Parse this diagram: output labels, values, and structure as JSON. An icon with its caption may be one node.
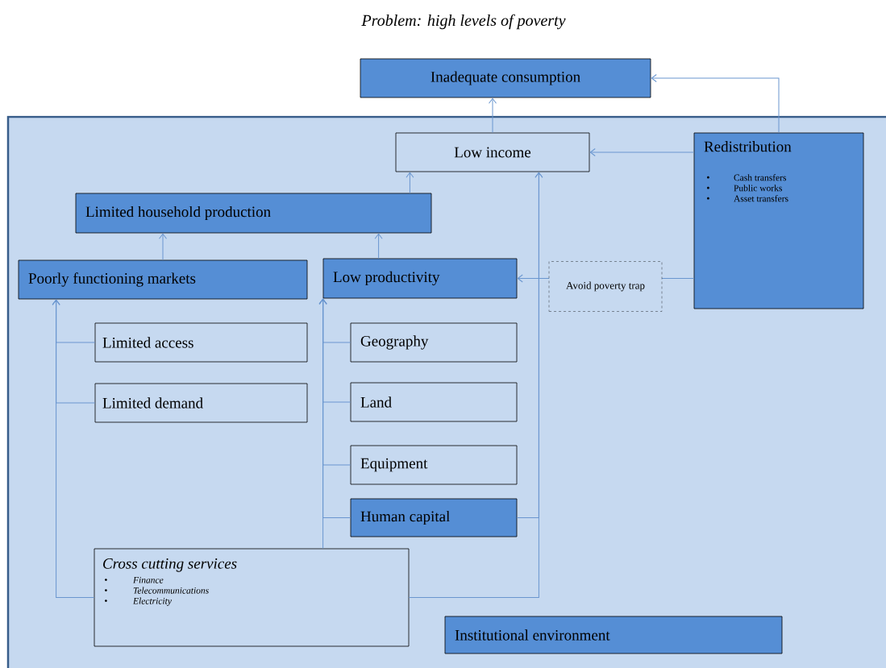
{
  "diagram": {
    "title": "Problem: high levels of poverty",
    "nodes": [
      {
        "text": [
          "Inadequate consumption"
        ]
      },
      {
        "text": [
          "Low income"
        ]
      },
      {
        "text": [
          "Redistribution",
          "Cash transfers",
          "Public works",
          "Asset transfers"
        ]
      },
      {
        "text": [
          "Limited household production"
        ]
      },
      {
        "text": [
          "Poorly functioning markets"
        ]
      },
      {
        "text": [
          "Low productivity"
        ]
      },
      {
        "text": [
          "Limited access"
        ]
      },
      {
        "text": [
          "Limited demand"
        ]
      },
      {
        "text": [
          "Geography"
        ]
      },
      {
        "text": [
          "Land"
        ]
      },
      {
        "text": [
          "Equipment"
        ]
      },
      {
        "text": [
          "Human capital"
        ]
      },
      {
        "text": [
          "Cross cutting services",
          "Finance",
          "Telecommunications",
          "Electricity"
        ]
      },
      {
        "text": [
          "Institutional environment"
        ]
      }
    ],
    "edges": [
      {
        "from": 1,
        "to": 0,
        "arrow": "to"
      },
      {
        "from": 2,
        "to": 0,
        "arrow": "to"
      },
      {
        "from": 2,
        "to": 1,
        "arrow": "to"
      },
      {
        "from": 3,
        "to": 1,
        "arrow": "to"
      },
      {
        "from": 4,
        "to": 3,
        "arrow": "to"
      },
      {
        "from": 5,
        "to": 3,
        "arrow": "to"
      },
      {
        "from": 2,
        "to": 5,
        "arrow": "to",
        "label": "Avoid poverty trap"
      },
      {
        "from": 6,
        "to": 4,
        "arrow": "to"
      },
      {
        "from": 7,
        "to": 4,
        "arrow": "to"
      },
      {
        "from": 12,
        "to": 4,
        "arrow": "to"
      },
      {
        "from": 8,
        "to": 5,
        "arrow": "to"
      },
      {
        "from": 9,
        "to": 5,
        "arrow": "to"
      },
      {
        "from": 10,
        "to": 5,
        "arrow": "to"
      },
      {
        "from": 11,
        "to": 5,
        "arrow": "to"
      },
      {
        "from": 12,
        "to": 5,
        "arrow": "to"
      },
      {
        "from": 11,
        "to": 1,
        "arrow": "to"
      },
      {
        "from": 12,
        "to": 1,
        "arrow": "to"
      }
    ]
  }
}
